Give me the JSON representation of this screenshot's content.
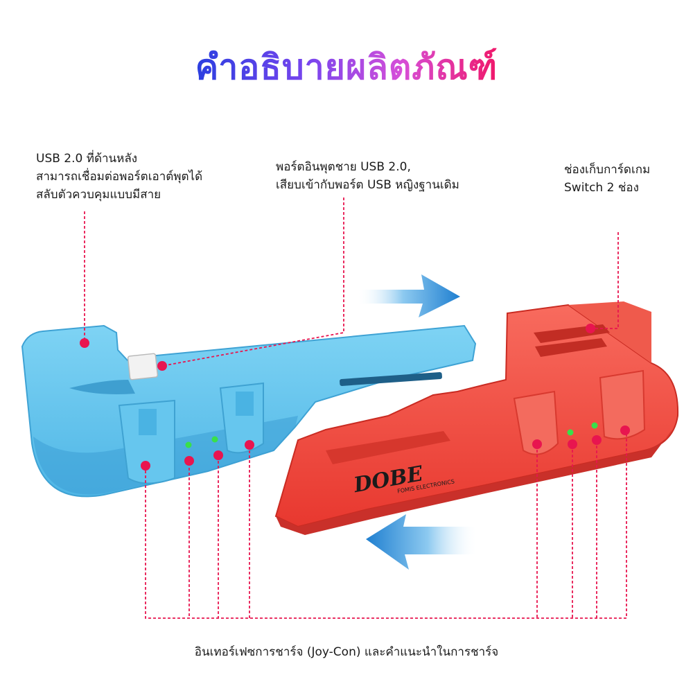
{
  "title": "คำอธิบายผลิตภัณฑ์",
  "callouts": {
    "usb_rear": {
      "line1": "USB 2.0 ที่ด้านหลัง",
      "line2": "สามารถเชื่อมต่อพอร์ตเอาต์พุตได้",
      "line3": "สลับตัวควบคุมแบบมีสาย"
    },
    "usb_port": {
      "line1": "พอร์ตอินพุตชาย USB 2.0,",
      "line2": "เสียบเข้ากับพอร์ต USB หญิงฐานเดิม"
    },
    "card_slot": {
      "line1": "ช่องเก็บการ์ดเกม",
      "line2": "Switch 2 ช่อง"
    },
    "charging": {
      "text": "อินเทอร์เฟซการชาร์จ (Joy-Con) และคำแนะนำในการชาร์จ"
    }
  },
  "brand": {
    "logo": "DOBE",
    "tagline": "FOMIS ELECTRONICS"
  },
  "colors": {
    "blue_dock": "#5cc3ec",
    "red_dock": "#f0483e",
    "marker": "#e8154f",
    "led": "#39e04a",
    "arrow": "#2b8fd6"
  }
}
